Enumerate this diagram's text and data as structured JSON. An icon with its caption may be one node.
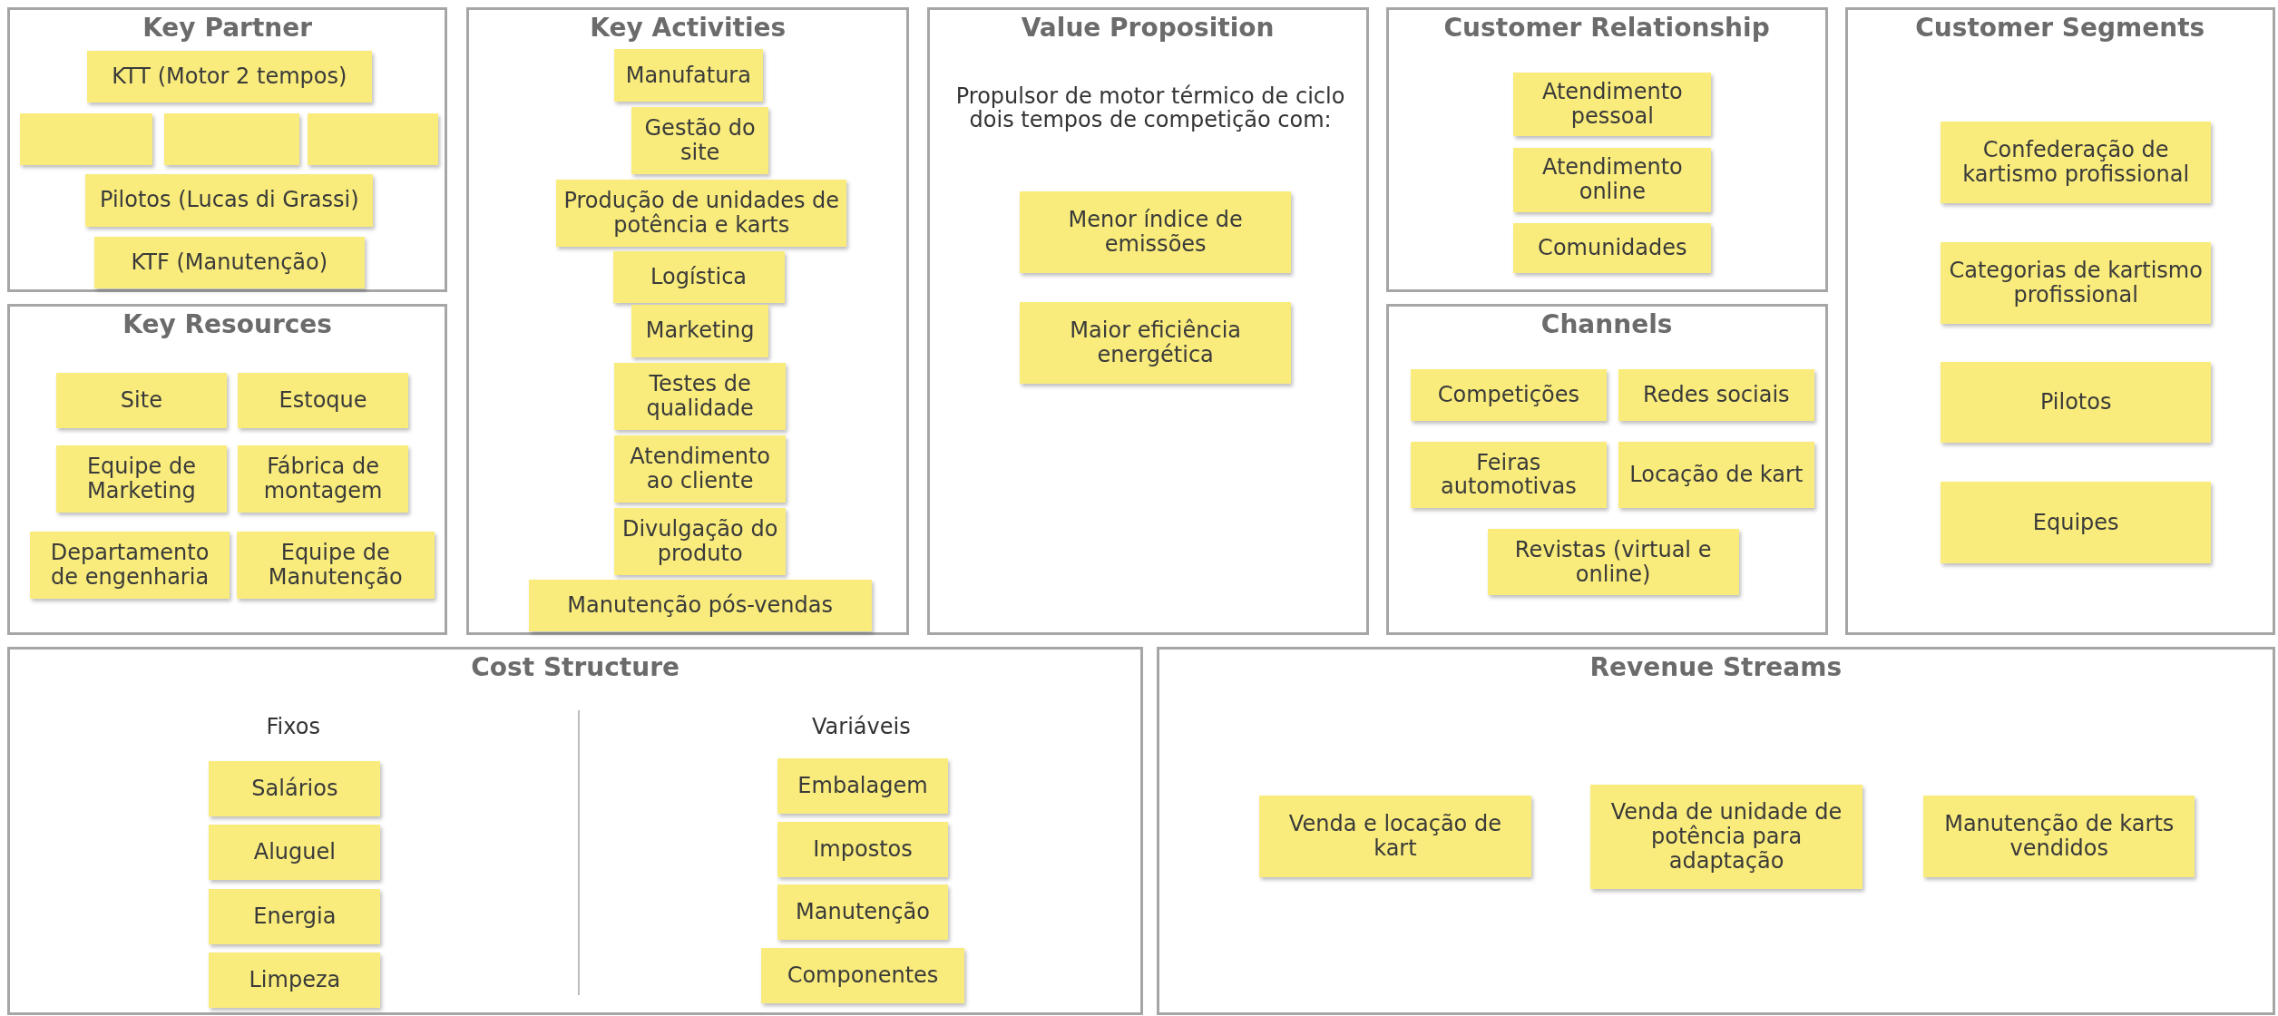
{
  "diagram": {
    "nodes": [
      {
        "text": [
          "Key Partner"
        ]
      },
      {
        "text": [
          "KTT (Motor 2 tempos)"
        ],
        "in": 0
      },
      {
        "text": [],
        "shape": "box",
        "in": 0
      },
      {
        "text": [],
        "shape": "box",
        "in": 0
      },
      {
        "text": [],
        "shape": "box",
        "in": 0
      },
      {
        "text": [
          "Pilotos (Lucas di Grassi)"
        ],
        "in": 0
      },
      {
        "text": [
          "KTF (Manutenção)"
        ],
        "in": 0
      },
      {
        "text": [
          "Key Resources"
        ]
      },
      {
        "text": [
          "Site"
        ],
        "in": 7
      },
      {
        "text": [
          "Estoque"
        ],
        "in": 7
      },
      {
        "text": [
          "Equipe de Marketing"
        ],
        "in": 7
      },
      {
        "text": [
          "Fábrica de montagem"
        ],
        "in": 7
      },
      {
        "text": [
          "Departamento de engenharia"
        ],
        "in": 7
      },
      {
        "text": [
          "Equipe de Manutenção"
        ],
        "in": 7
      },
      {
        "text": [
          "Key Activities"
        ]
      },
      {
        "text": [
          "Manufatura"
        ],
        "in": 14
      },
      {
        "text": [
          "Gestão do site"
        ],
        "in": 14
      },
      {
        "text": [
          "Produção de unidades de potência e karts"
        ],
        "in": 14
      },
      {
        "text": [
          "Logística"
        ],
        "in": 14
      },
      {
        "text": [
          "Marketing"
        ],
        "in": 14
      },
      {
        "text": [
          "Testes de qualidade"
        ],
        "in": 14
      },
      {
        "text": [
          "Atendimento ao cliente"
        ],
        "in": 14
      },
      {
        "text": [
          "Divulgação do produto"
        ],
        "in": 14
      },
      {
        "text": [
          "Manutenção pós-vendas"
        ],
        "in": 14
      },
      {
        "text": [
          "Value Proposition",
          "Propulsor de motor térmico de ciclo dois tempos de competição com:"
        ]
      },
      {
        "text": [
          "Menor índice de emissões"
        ],
        "in": 24
      },
      {
        "text": [
          "Maior eficiência energética"
        ],
        "in": 24
      },
      {
        "text": [
          "Customer Relationship"
        ]
      },
      {
        "text": [
          "Atendimento pessoal"
        ],
        "in": 27
      },
      {
        "text": [
          "Atendimento online"
        ],
        "in": 27
      },
      {
        "text": [
          "Comunidades"
        ],
        "in": 27
      },
      {
        "text": [
          "Channels"
        ]
      },
      {
        "text": [
          "Competições"
        ],
        "in": 31
      },
      {
        "text": [
          "Redes sociais"
        ],
        "in": 31
      },
      {
        "text": [
          "Feiras automotivas"
        ],
        "in": 31
      },
      {
        "text": [
          "Locação de kart"
        ],
        "in": 31
      },
      {
        "text": [
          "Revistas (virtual e online)"
        ],
        "in": 31
      },
      {
        "text": [
          "Customer Segments"
        ]
      },
      {
        "text": [
          "Confederação de kartismo profissional"
        ],
        "in": 37
      },
      {
        "text": [
          "Categorias de kartismo profissional"
        ],
        "in": 37
      },
      {
        "text": [
          "Pilotos"
        ],
        "in": 37
      },
      {
        "text": [
          "Equipes"
        ],
        "in": 37
      },
      {
        "text": [
          "Cost Structure",
          "Fixos",
          "Variáveis"
        ]
      },
      {
        "text": [
          "Salários"
        ],
        "in": 42
      },
      {
        "text": [
          "Aluguel"
        ],
        "in": 42
      },
      {
        "text": [
          "Energia"
        ],
        "in": 42
      },
      {
        "text": [
          "Limpeza"
        ],
        "in": 42
      },
      {
        "text": [
          "Embalagem"
        ],
        "in": 42
      },
      {
        "text": [
          "Impostos"
        ],
        "in": 42
      },
      {
        "text": [
          "Manutenção"
        ],
        "in": 42
      },
      {
        "text": [
          "Componentes"
        ],
        "in": 42
      },
      {
        "text": [
          "Revenue Streams"
        ]
      },
      {
        "text": [
          "Venda e locação de kart"
        ],
        "in": 51
      },
      {
        "text": [
          "Venda de unidade de potência para adaptação"
        ],
        "in": 51
      },
      {
        "text": [
          "Manutenção de karts vendidos"
        ],
        "in": 51
      }
    ]
  }
}
